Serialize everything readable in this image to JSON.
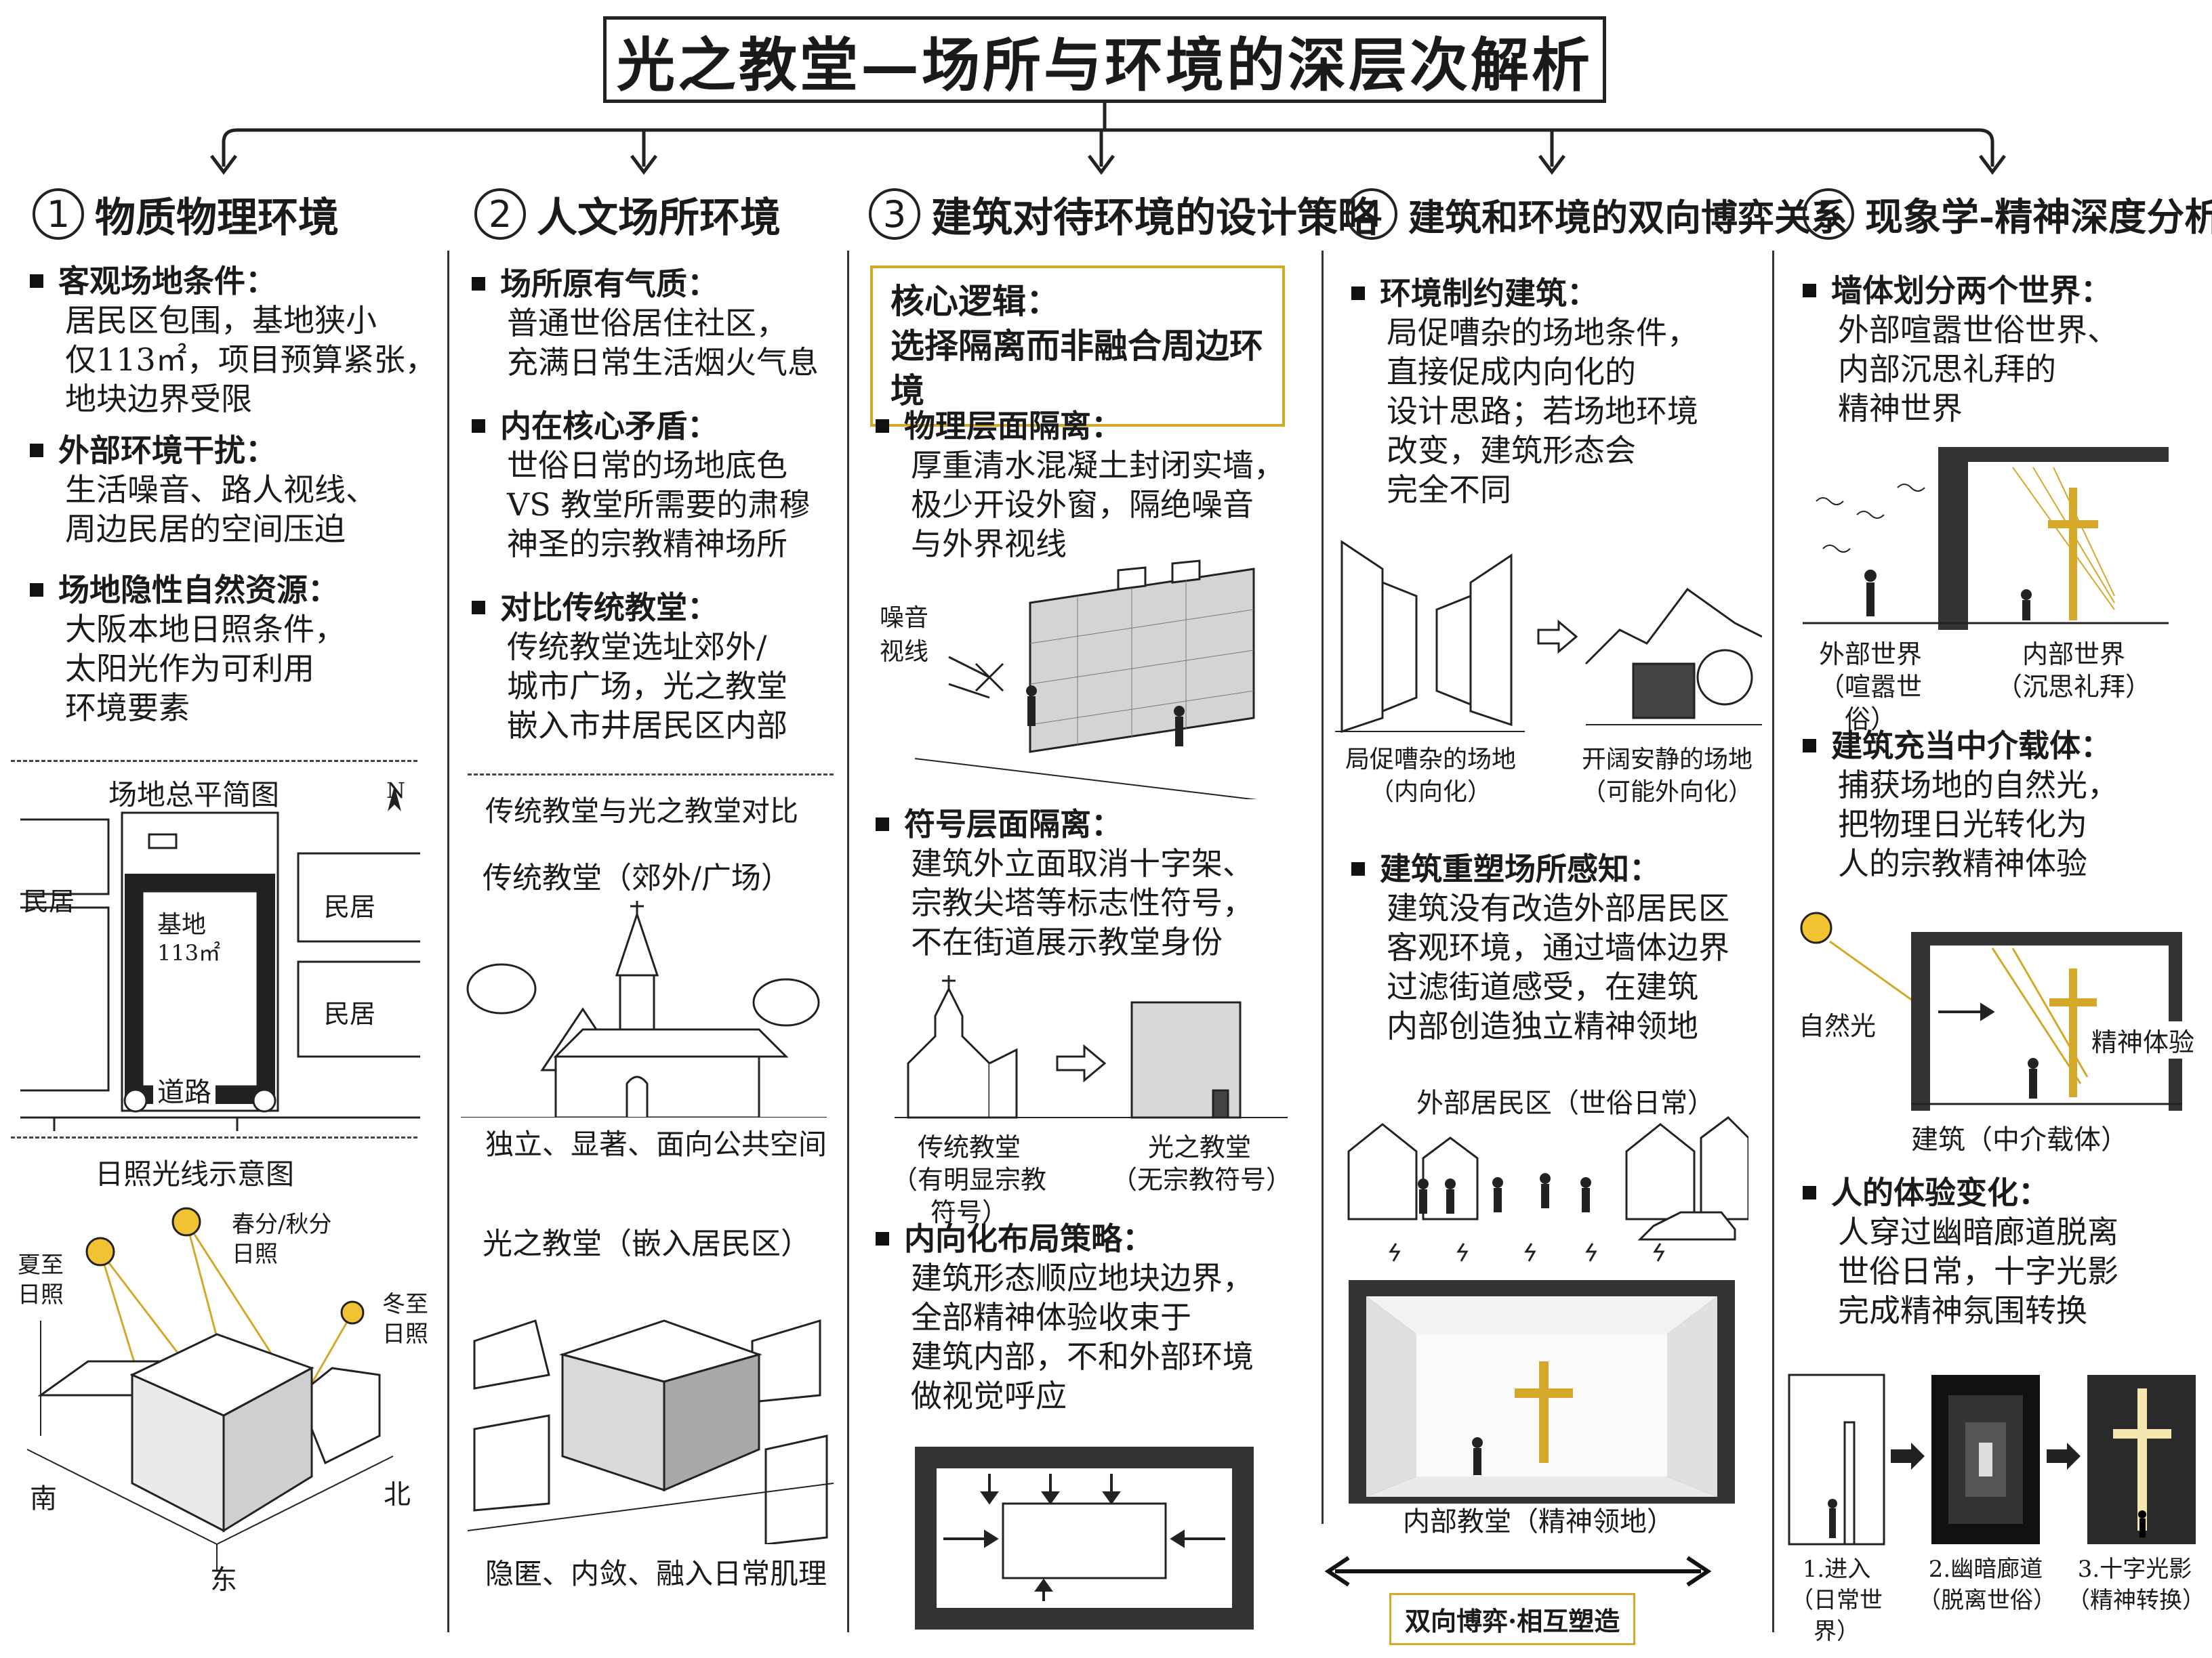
{
  "title": "光之教堂—场所与环境的深层次解析",
  "columns": [
    {
      "num": "1",
      "title": "物质物理环境"
    },
    {
      "num": "2",
      "title": "人文场所环境"
    },
    {
      "num": "3",
      "title": "建筑对待环境的设计策略"
    },
    {
      "num": "4",
      "title": "建筑和环境的双向博弈关系"
    },
    {
      "num": "5",
      "title": "现象学-精神深度分析"
    }
  ],
  "col1": {
    "sections": [
      {
        "head": "客观场地条件：",
        "body": "居民区包围，基地狭小\n仅113㎡，项目预算紧张，\n地块边界受限"
      },
      {
        "head": "外部环境干扰：",
        "body": "生活噪音、路人视线、\n周边民居的空间压迫"
      },
      {
        "head": "场地隐性自然资源：",
        "body": "大阪本地日照条件，\n太阳光作为可利用\n环境要素"
      }
    ],
    "site_plan": {
      "title": "场地总平简图",
      "north": "N",
      "left_label": "民居",
      "right_label_1": "民居",
      "right_label_2": "民居",
      "site_label": "基地",
      "site_area": "113㎡",
      "road": "道路"
    },
    "sun": {
      "title": "日照光线示意图",
      "summer": "夏至\n日照",
      "equinox": "春分/秋分\n日照",
      "winter": "冬至\n日照",
      "south": "南",
      "north": "北",
      "east": "东"
    }
  },
  "col2": {
    "sections": [
      {
        "head": "场所原有气质：",
        "body": "普通世俗居住社区，\n充满日常生活烟火气息"
      },
      {
        "head": "内在核心矛盾：",
        "body": "世俗日常的场地底色\nVS 教堂所需要的肃穆\n神圣的宗教精神场所"
      },
      {
        "head": "对比传统教堂：",
        "body": "传统教堂选址郊外/\n城市广场，光之教堂\n嵌入市井居民区内部"
      }
    ],
    "compare_title": "传统教堂与光之教堂对比",
    "traditional_title": "传统教堂（郊外/广场）",
    "traditional_caption": "独立、显著、面向公共空间",
    "light_title": "光之教堂（嵌入居民区）",
    "light_caption": "隐匿、内敛、融入日常肌理"
  },
  "col3": {
    "core": "核心逻辑：\n选择隔离而非融合周边环境",
    "sections": [
      {
        "head": "物理层面隔离：",
        "body": "厚重清水混凝土封闭实墙，\n极少开设外窗，隔绝噪音\n与外界视线"
      },
      {
        "head": "符号层面隔离：",
        "body": "建筑外立面取消十字架、\n宗教尖塔等标志性符号，\n不在街道展示教堂身份"
      },
      {
        "head": "内向化布局策略：",
        "body": "建筑形态顺应地块边界，\n全部精神体验收束于\n建筑内部，不和外部环境\n做视觉呼应"
      }
    ],
    "noise_label": "噪音\n视线",
    "church_caption": "传统教堂\n（有明显宗教符号）",
    "light_caption": "光之教堂\n（无宗教符号）"
  },
  "col4": {
    "sections": [
      {
        "head": "环境制约建筑：",
        "body": "局促嘈杂的场地条件，\n直接促成内向化的\n设计思路；若场地环境\n改变，建筑形态会\n完全不同"
      },
      {
        "head": "建筑重塑场所感知：",
        "body": "建筑没有改造外部居民区\n客观环境，通过墙体边界\n过滤街道感受，在建筑\n内部创造独立精神领地"
      }
    ],
    "cramped_caption": "局促嘈杂的场地\n（内向化）",
    "open_caption": "开阔安静的场地\n（可能外向化）",
    "outside_label": "外部居民区（世俗日常）",
    "inside_label": "内部教堂（精神领地）",
    "mutual": "双向博弈·相互塑造"
  },
  "col5": {
    "sections": [
      {
        "head": "墙体划分两个世界：",
        "body": "外部喧嚣世俗世界、\n内部沉思礼拜的\n精神世界"
      },
      {
        "head": "建筑充当中介载体：",
        "body": "捕获场地的自然光，\n把物理日光转化为\n人的宗教精神体验"
      },
      {
        "head": "人的体验变化：",
        "body": "人穿过幽暗廊道脱离\n世俗日常，十字光影\n完成精神氛围转换"
      }
    ],
    "outer_world": "外部世界\n（喧嚣世俗）",
    "inner_world": "内部世界\n（沉思礼拜）",
    "natural_light": "自然光",
    "spirit_exp": "精神体验",
    "medium": "建筑（中介载体）",
    "steps": [
      {
        "label": "1.进入\n（日常世界）"
      },
      {
        "label": "2.幽暗廊道\n（脱离世俗）"
      },
      {
        "label": "3.十字光影\n（精神转换）"
      }
    ]
  },
  "colors": {
    "gold": "#d4a829",
    "ink": "#1a1a1a"
  }
}
